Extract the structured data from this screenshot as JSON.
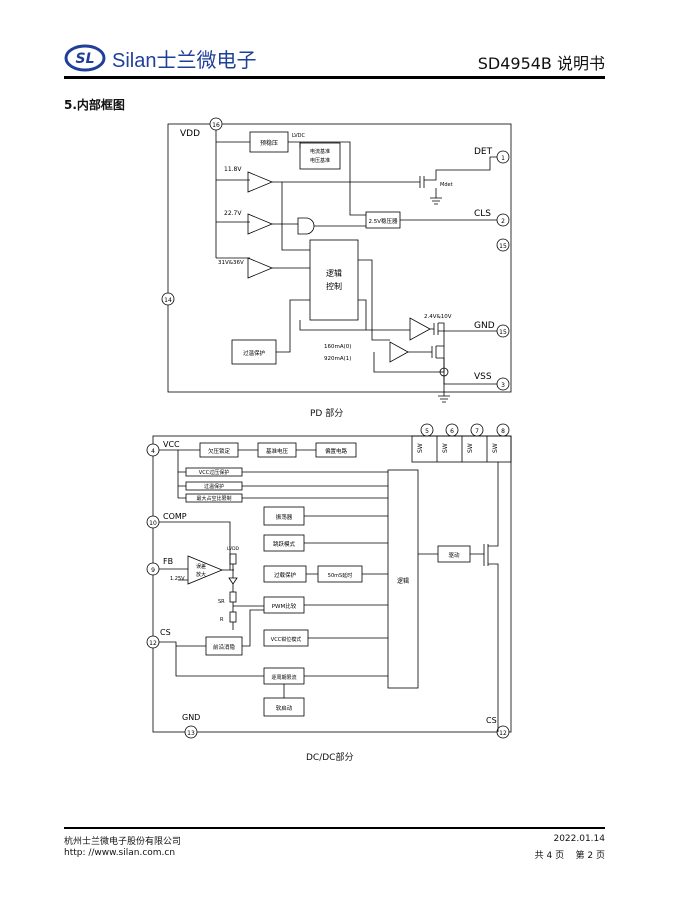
{
  "header": {
    "brand": "Silan士兰微电子",
    "logo_text": "SL",
    "doc_title": "SD4954B 说明书"
  },
  "section_title": "5.内部框图",
  "pd": {
    "caption": "PD 部分",
    "vdd": "VDD",
    "det": "DET",
    "cls": "CLS",
    "gnd": "GND",
    "vss": "VSS",
    "pins": {
      "vdd": "16",
      "det": "1",
      "cls": "2",
      "p15": "15",
      "gnd": "15",
      "vss": "3",
      "p14": "14"
    },
    "blocks": {
      "reg": "预稳压",
      "ref": "电流基准\n电压基准",
      "reg25": "2.5V稳压器",
      "logic": "逻辑\n控制",
      "otp": "过温保护"
    },
    "labels": {
      "lvdc": "LVDC",
      "v118": "11.8V",
      "v227": "22.7V",
      "v3136": "31V&36V",
      "mdet": "Mdet",
      "v24_10": "2.4V&10V",
      "i160": "160mA(0)",
      "i920": "920mA(1)"
    }
  },
  "dc": {
    "caption": "DC/DC部分",
    "vcc": "VCC",
    "comp": "COMP",
    "fb": "FB",
    "cs": "CS",
    "gnd": "GND",
    "cs_r": "CS",
    "pins": {
      "vcc": "4",
      "comp": "10",
      "fb": "9",
      "cs": "12",
      "gnd": "13",
      "cs_r": "12",
      "sw5": "5",
      "sw6": "6",
      "sw7": "7",
      "sw8": "8"
    },
    "sw": "SW",
    "blocks": {
      "uvlo": "欠压锁定",
      "ref": "基准电压",
      "bias": "偏置电路",
      "vcc_ovp": "VCC过压保护",
      "otp": "过温保护",
      "maxon": "最大占空比限制",
      "osc": "振荡器",
      "burst": "跳跃模式",
      "olp": "过载保护",
      "delay": "50mS延时",
      "pwm": "PWM比较",
      "vcc_clamp": "VCC钳位模式",
      "leb": "前沿消隐",
      "cycle": "逐周期限流",
      "soft": "软启动",
      "logic": "逻辑",
      "drv": "驱动",
      "ea": "误差\n放大"
    },
    "labels": {
      "v125": "1.25V",
      "lvdd": "LVDD",
      "sr": "SR",
      "r": "R"
    }
  },
  "footer": {
    "company": "杭州士兰微电子股份有限公司",
    "url": "http: //www.silan.com.cn",
    "date": "2022.01.14",
    "pages": "共 4 页    第 2 页"
  }
}
